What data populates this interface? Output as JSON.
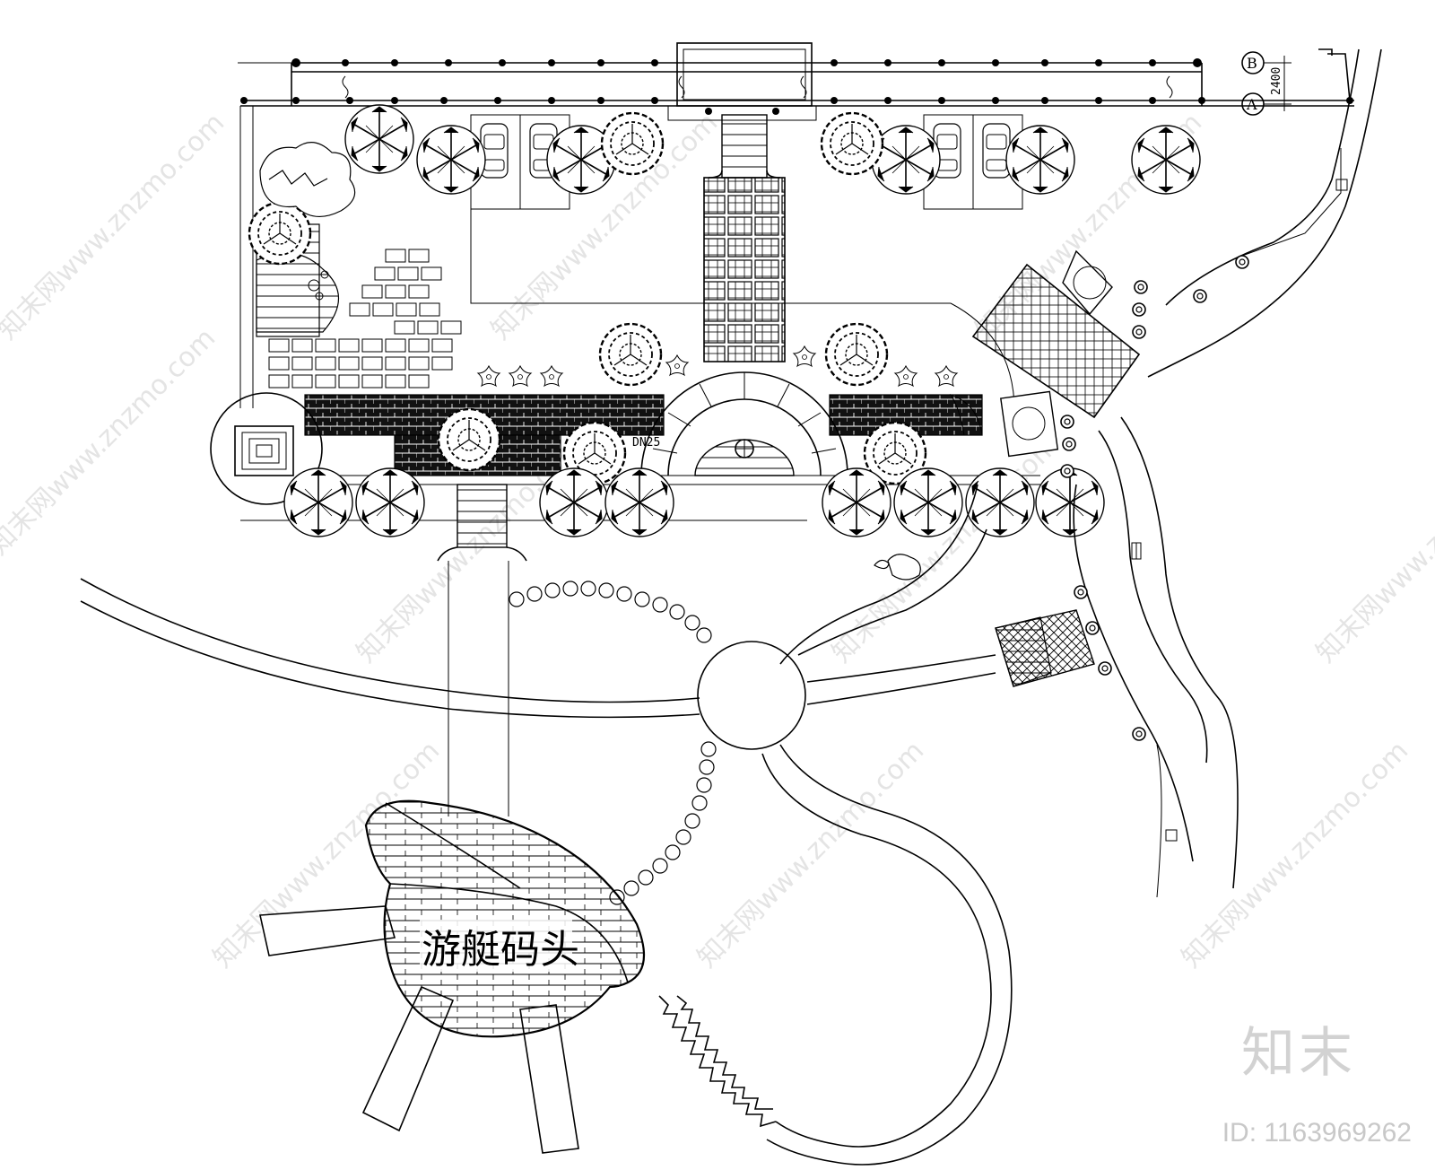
{
  "plan": {
    "dock_label": "游艇码头",
    "dimension_label": "2400",
    "pipe_label": "DN25",
    "grid_axis_b": "B",
    "grid_axis_a": "A"
  },
  "watermark": {
    "text": "知末网www.znzmo.com"
  },
  "branding": {
    "logo_text": "知末",
    "image_id": "ID: 1163969262"
  }
}
